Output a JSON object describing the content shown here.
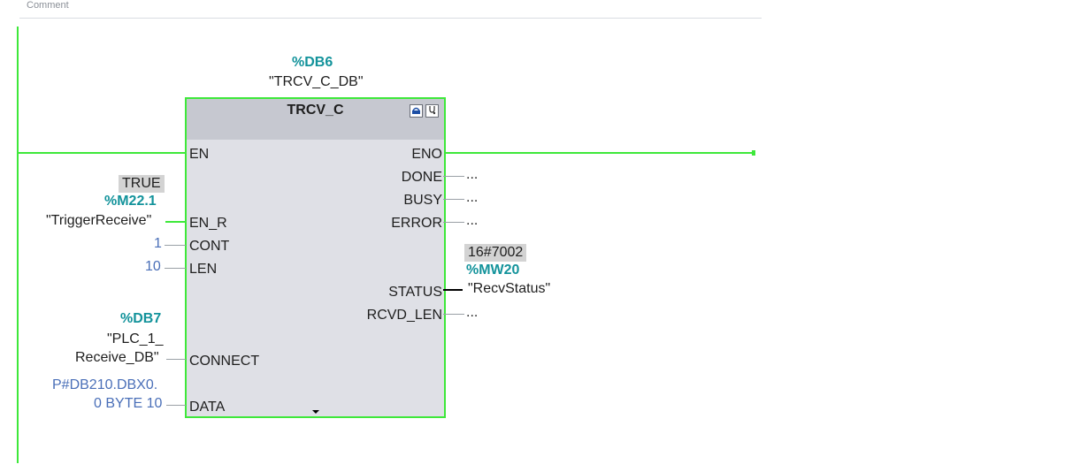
{
  "comment": {
    "label": "Comment"
  },
  "instance": {
    "address": "%DB6",
    "name": "\"TRCV_C_DB\""
  },
  "block": {
    "title": "TRCV_C",
    "icons": [
      "online-icon",
      "diagnostics-icon"
    ],
    "inputs": {
      "en": "EN",
      "en_r": "EN_R",
      "cont": "CONT",
      "len": "LEN",
      "connect": "CONNECT",
      "data": "DATA"
    },
    "outputs": {
      "eno": "ENO",
      "done": "DONE",
      "busy": "BUSY",
      "error": "ERROR",
      "status": "STATUS",
      "rcvd_len": "RCVD_LEN"
    }
  },
  "params": {
    "en_r_value": "TRUE",
    "en_r_address": "%M22.1",
    "en_r_tag": "\"TriggerReceive\"",
    "cont_value": "1",
    "len_value": "10",
    "connect_address": "%DB7",
    "connect_tag_line1": "\"PLC_1_",
    "connect_tag_line2": "Receive_DB\"",
    "data_line1": "P#DB210.DBX0.",
    "data_line2": "0 BYTE 10",
    "done_value": "...",
    "busy_value": "...",
    "error_value": "...",
    "status_value": "16#7002",
    "status_address": "%MW20",
    "status_tag": "\"RecvStatus\"",
    "rcvd_len_value": "..."
  }
}
